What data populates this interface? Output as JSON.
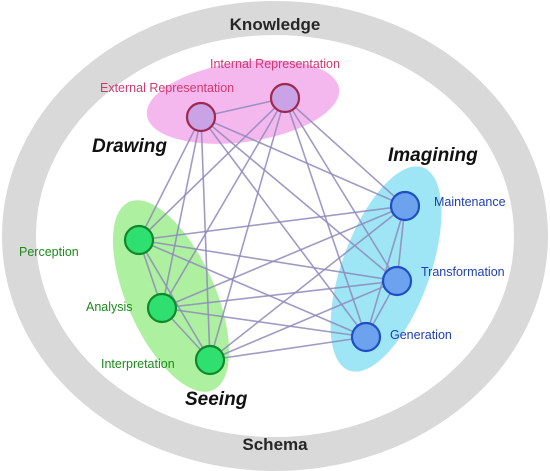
{
  "outer_ring": {
    "top_label": "Knowledge",
    "bottom_label": "Schema",
    "color": "#d9d9d9"
  },
  "groups": [
    {
      "id": "drawing",
      "label": "Drawing",
      "fill": "#f2a6ea",
      "node_fill": "#c9a3e6",
      "node_stroke": "#a0284f",
      "label_color": "#d0386e",
      "nodes": [
        {
          "id": "external",
          "label": "External Representation"
        },
        {
          "id": "internal",
          "label": "Internal Representation"
        }
      ]
    },
    {
      "id": "imagining",
      "label": "Imagining",
      "fill": "#86dff4",
      "node_fill": "#6ca2ee",
      "node_stroke": "#1f4fc4",
      "label_color": "#1f3fb0",
      "nodes": [
        {
          "id": "maintenance",
          "label": "Maintenance"
        },
        {
          "id": "transformation",
          "label": "Transformation"
        },
        {
          "id": "generation",
          "label": "Generation"
        }
      ]
    },
    {
      "id": "seeing",
      "label": "Seeing",
      "fill": "#99ec88",
      "node_fill": "#2fe070",
      "node_stroke": "#0f8a2a",
      "label_color": "#1d8a1d",
      "nodes": [
        {
          "id": "perception",
          "label": "Perception"
        },
        {
          "id": "analysis",
          "label": "Analysis"
        },
        {
          "id": "interpretation",
          "label": "Interpretation"
        }
      ]
    }
  ],
  "edges": "all-pairs",
  "edge_color": "#8e89bb"
}
